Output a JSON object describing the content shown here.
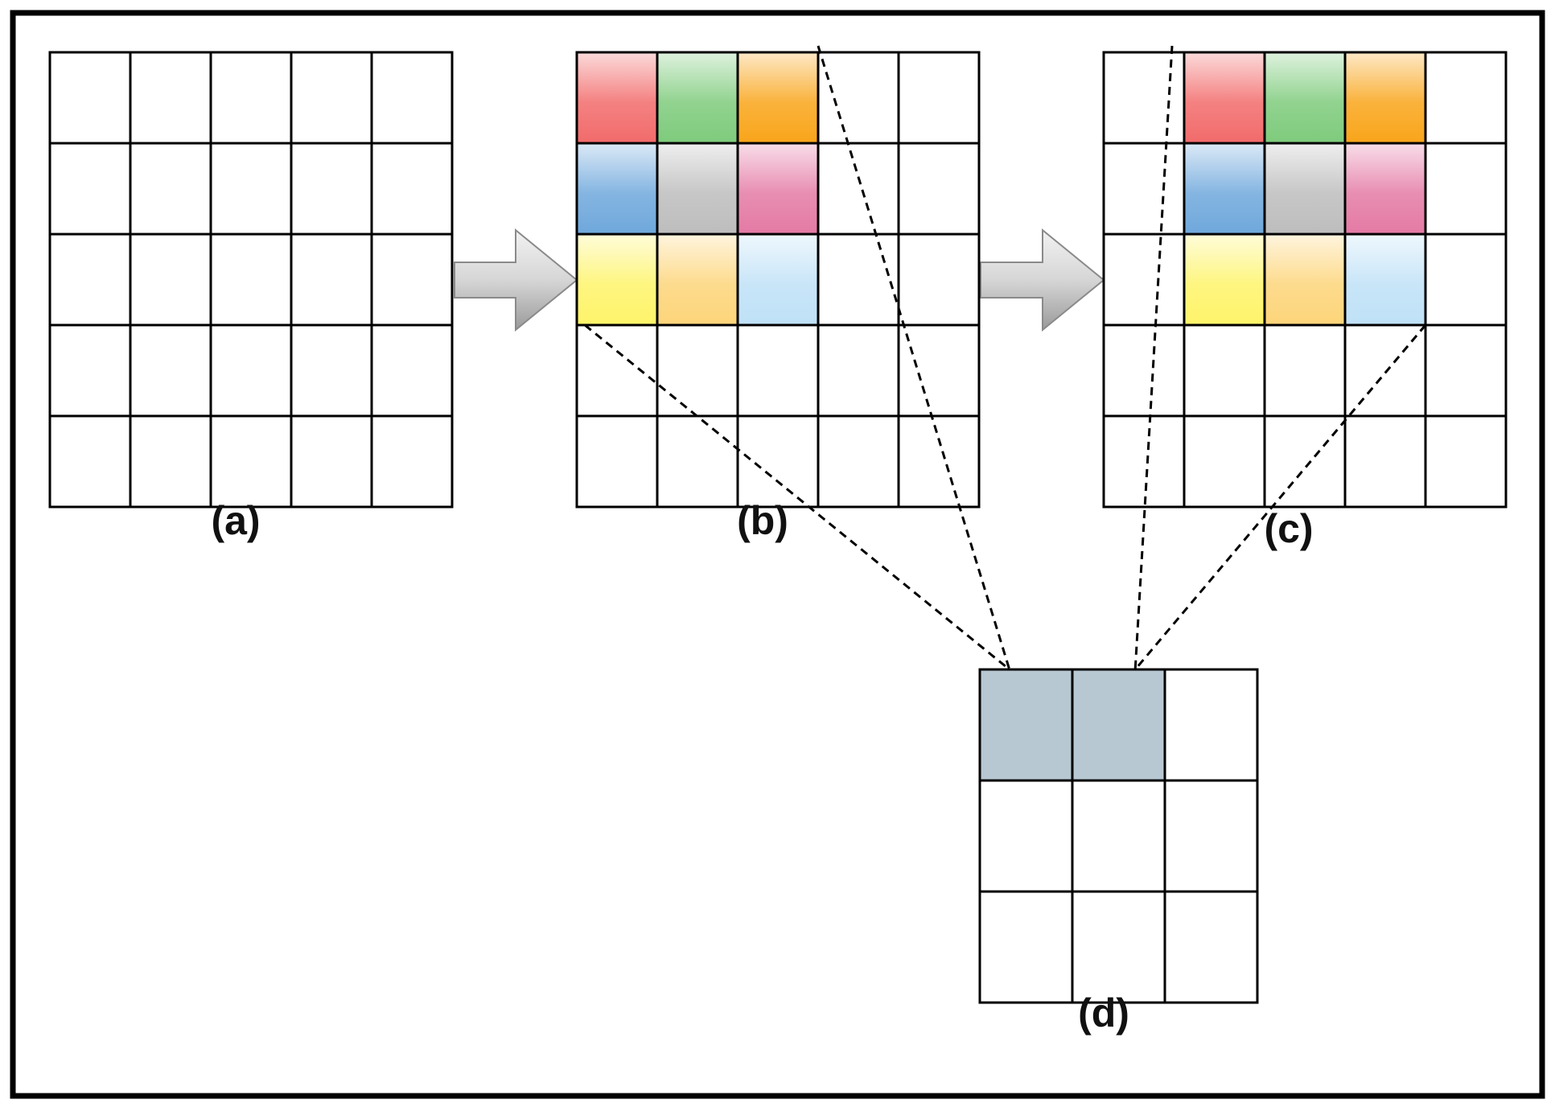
{
  "diagram": {
    "panels": [
      {
        "id": "a",
        "label": "(a)",
        "rows": 5,
        "cols": 5,
        "highlight": null
      },
      {
        "id": "b",
        "label": "(b)",
        "rows": 5,
        "cols": 5,
        "highlight": {
          "row_start": 0,
          "col_start": 0,
          "size": 3
        }
      },
      {
        "id": "c",
        "label": "(c)",
        "rows": 5,
        "cols": 5,
        "highlight": {
          "row_start": 0,
          "col_start": 1,
          "size": 3
        }
      },
      {
        "id": "d",
        "label": "(d)",
        "rows": 3,
        "cols": 3,
        "filled_cells": [
          [
            0,
            0
          ],
          [
            0,
            1
          ]
        ]
      }
    ],
    "kernel_colors": [
      [
        "#f26b6b",
        "#7ecb7c",
        "#f9a51a"
      ],
      [
        "#6fa8dc",
        "#bdbdbd",
        "#e47aa5"
      ],
      [
        "#fef46a",
        "#fdd57a",
        "#bfe1f7"
      ]
    ],
    "output_fill_color": "#b8c8d3",
    "arrows": [
      {
        "from": "a",
        "to": "b"
      },
      {
        "from": "b",
        "to": "c"
      }
    ],
    "connections": [
      {
        "from": "b",
        "to": "d",
        "output_cell": [
          0,
          0
        ]
      },
      {
        "from": "c",
        "to": "d",
        "output_cell": [
          0,
          1
        ]
      }
    ]
  }
}
